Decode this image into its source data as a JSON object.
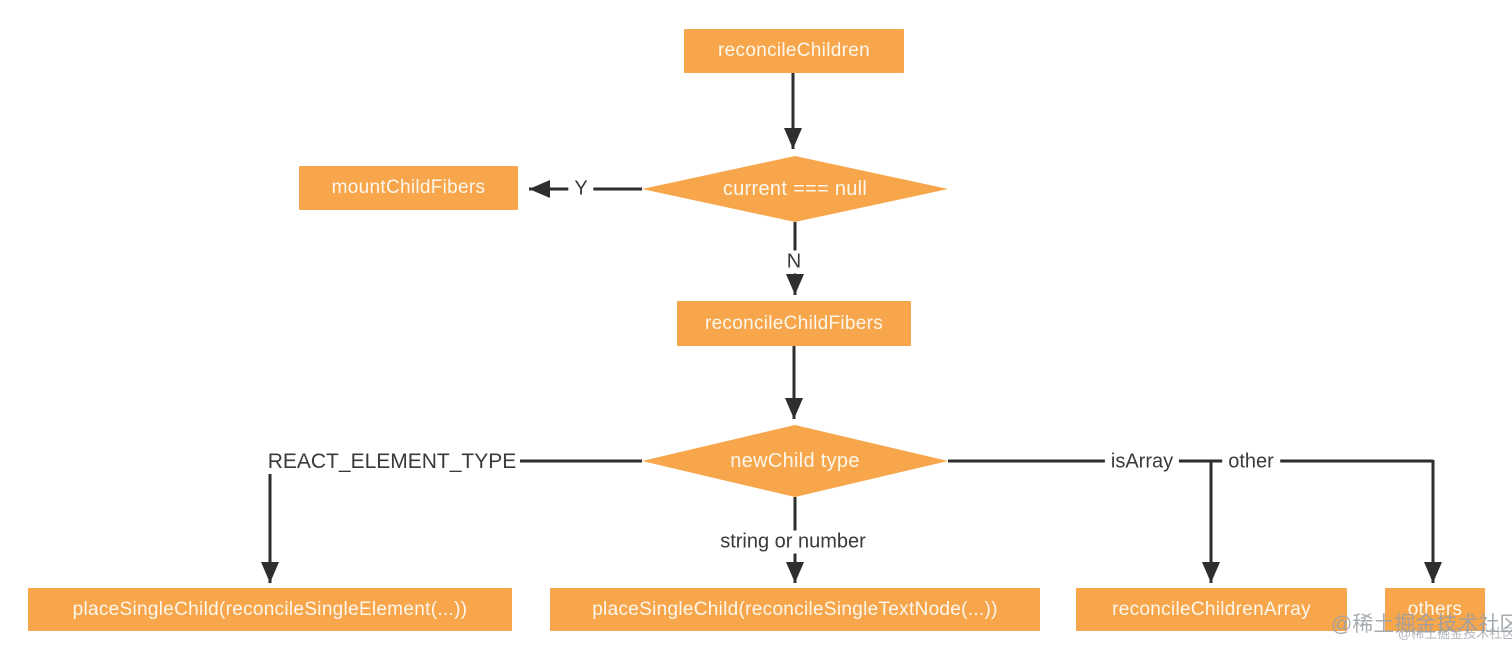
{
  "nodes": {
    "reconcile_children": "reconcileChildren",
    "current_null": "current === null",
    "mount_child_fibers": "mountChildFibers",
    "reconcile_child_fibers": "reconcileChildFibers",
    "new_child_type": "newChild type",
    "place_single_element": "placeSingleChild(reconcileSingleElement(...))",
    "place_single_textnode": "placeSingleChild(reconcileSingleTextNode(...))",
    "reconcile_children_array": "reconcileChildrenArray",
    "others": "others"
  },
  "edge_labels": {
    "yes": "Y",
    "no": "N",
    "react_element_type": "REACT_ELEMENT_TYPE",
    "string_or_number": "string or number",
    "is_array": "isArray",
    "other": "other"
  },
  "watermark": {
    "large": "@稀土掘金技术社区",
    "small": "@稀土掘金技术社区"
  },
  "colors": {
    "node_fill": "#F8A64C",
    "node_text": "#FCF7EC",
    "connector": "#2E2E2E",
    "edge_label_text": "#3A3A3A",
    "watermark_text": "#9AA0A6",
    "background": "#FFFFFF"
  }
}
